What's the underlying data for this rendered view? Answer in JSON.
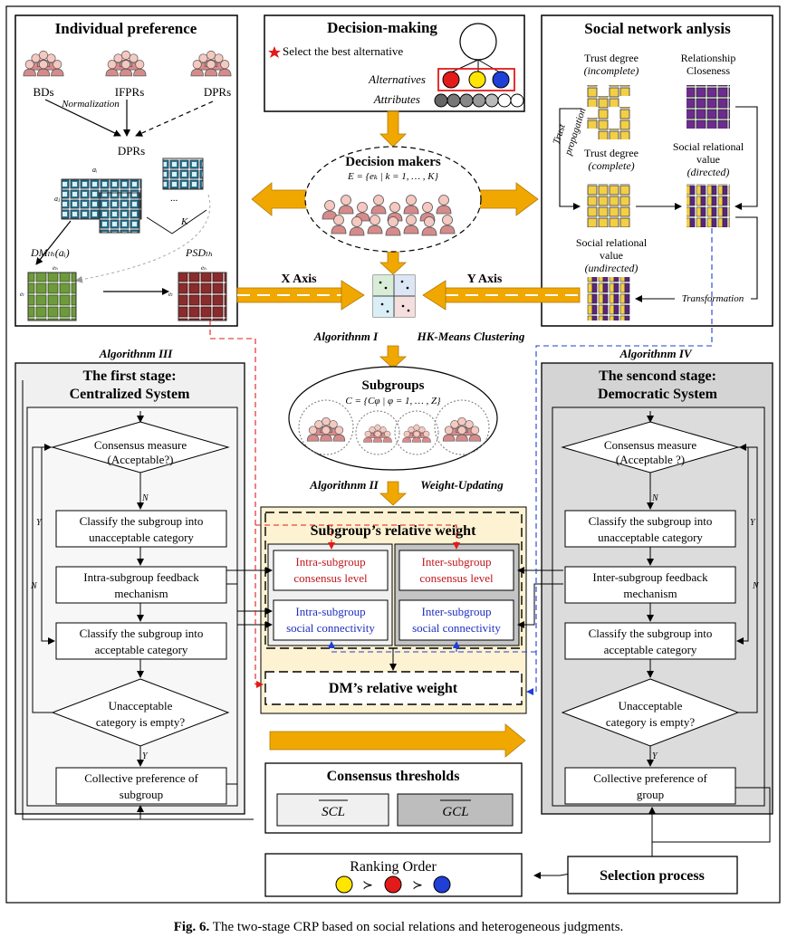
{
  "caption": {
    "label": "Fig. 6.",
    "text": "The two-stage CRP based on social relations and heterogeneous judgments."
  },
  "individual": {
    "title": "Individual preference",
    "bds": "BDs",
    "ifprs": "IFPRs",
    "dprs_top": "DPRs",
    "normalization": "Normalization",
    "dprs": "DPRs",
    "ai": "aᵢ",
    "aj": "aⱼ",
    "k": "K",
    "dots": "...",
    "dm": "DMₗₕ(aᵢ)",
    "psd": "PSDₗₕ",
    "eh": "eₕ",
    "el": "eₗ"
  },
  "decision": {
    "title": "Decision-making",
    "select": "Select the best alternative",
    "alternatives": "Alternatives",
    "attributes": "Attributes"
  },
  "social": {
    "title": "Social network anlysis",
    "trust_incomplete_1": "Trust degree",
    "trust_incomplete_2": "(incomplete)",
    "rel_closeness_1": "Relationship",
    "rel_closeness_2": "Closeness",
    "trust_propagation_1": "Trust",
    "trust_propagation_2": "propagation",
    "trust_complete_1": "Trust degree",
    "trust_complete_2": "(complete)",
    "srv_dir_1": "Social relational",
    "srv_dir_2": "value",
    "srv_dir_3": "(directed)",
    "srv_undir_1": "Social relational",
    "srv_undir_2": "value",
    "srv_undir_3": "(undirected)",
    "transformation": "Transformation"
  },
  "decision_makers": {
    "title": "Decision makers",
    "formula": "E = {eₖ | k = 1, … , K}"
  },
  "axes": {
    "x": "X Axis",
    "y": "Y Axis"
  },
  "algorithm1": {
    "name": "Algorithnm I",
    "desc": "HK-Means Clustering"
  },
  "algorithm2": {
    "name": "Algorithnm II",
    "desc": "Weight-Updating"
  },
  "algorithm3": {
    "name": "Algorithnm III"
  },
  "algorithm4": {
    "name": "Algorithnm IV"
  },
  "subgroups": {
    "title": "Subgroups",
    "formula": "C = {Cφ | φ = 1, … , Z}"
  },
  "stage1": {
    "title1": "The first stage:",
    "title2": "Centralized System",
    "consensus1": "Consensus measure",
    "consensus2": "(Acceptable?)",
    "classify_unacc1": "Classify the subgroup into",
    "classify_unacc2": "unacceptable category",
    "feedback1": "Intra-subgroup feedback",
    "feedback2": "mechanism",
    "classify_acc1": "Classify the subgroup into",
    "classify_acc2": "acceptable category",
    "empty1": "Unacceptable",
    "empty2": "category is empty?",
    "collective1": "Collective preference of",
    "collective2": "subgroup",
    "n": "N",
    "y": "Y"
  },
  "stage2": {
    "title1": "The sencond stage:",
    "title2": "Democratic System",
    "consensus1": "Consensus measure",
    "consensus2": "(Acceptable ?)",
    "classify_unacc1": "Classify the subgroup into",
    "classify_unacc2": "unacceptable category",
    "feedback1": "Inter-subgroup feedback",
    "feedback2": "mechanism",
    "classify_acc1": "Classify the subgroup into",
    "classify_acc2": "acceptable category",
    "empty1": "Unacceptable",
    "empty2": "category is empty?",
    "collective1": "Collective preference of",
    "collective2": "group",
    "n": "N",
    "y": "Y"
  },
  "weights": {
    "title": "Subgroup’s relative weight",
    "intra_cons1": "Intra-subgroup",
    "intra_cons2": "consensus level",
    "inter_cons1": "Inter-subgroup",
    "inter_cons2": "consensus level",
    "intra_soc1": "Intra-subgroup",
    "intra_soc2": "social connectivity",
    "inter_soc1": "Inter-subgroup",
    "inter_soc2": "social connectivity",
    "dm_weight": "DM’s relative weight"
  },
  "thresholds": {
    "title": "Consensus thresholds",
    "scl": "SCL",
    "gcl": "GCL"
  },
  "ranking": {
    "title": "Ranking Order",
    "prec": "≻"
  },
  "selection": {
    "title": "Selection process"
  },
  "colors": {
    "red": "#e31a1a",
    "blue": "#1f3fd6",
    "yellow": "#ffe600",
    "gold": "#f0a800",
    "green": "#6f9a3b",
    "maroon": "#8b2b2b",
    "teal": "#2f7f99",
    "purple": "#6e2b8f"
  }
}
